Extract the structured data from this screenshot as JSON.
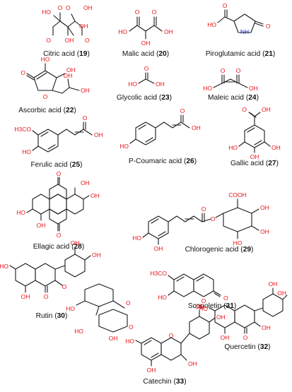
{
  "colors": {
    "heteroatom": "#e8141c",
    "nitrogen": "#2233cc",
    "bond": "#1a1a1a",
    "caption": "#111111"
  },
  "compounds": [
    {
      "name": "Citric acid",
      "number": "19"
    },
    {
      "name": "Malic acid",
      "number": "20"
    },
    {
      "name": "Piroglutamic acid",
      "number": "21"
    },
    {
      "name": "Ascorbic acid",
      "number": "22"
    },
    {
      "name": "Glycolic acid",
      "number": "23"
    },
    {
      "name": "Maleic acid",
      "number": "24"
    },
    {
      "name": "Ferulic acid",
      "number": "25"
    },
    {
      "name": "P-Coumaric acid",
      "number": "26"
    },
    {
      "name": "Gallic acid",
      "number": "27"
    },
    {
      "name": "Ellagic acid",
      "number": "28"
    },
    {
      "name": "Chlorogenic acid",
      "number": "29"
    },
    {
      "name": "Rutin",
      "number": "30"
    },
    {
      "name": "Scopoletin",
      "number": "31"
    },
    {
      "name": "Quercetin",
      "number": "32"
    },
    {
      "name": "Catechin",
      "number": "33"
    }
  ],
  "atom_labels": {
    "hydroxyl": "OH",
    "hydroxyl_left": "HO",
    "oxygen": "O",
    "nh": "NH",
    "methoxy": "H3CO",
    "cooh": "COOH"
  }
}
